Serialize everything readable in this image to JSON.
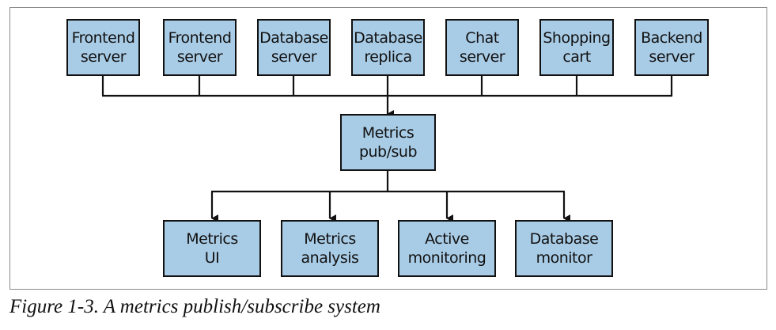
{
  "diagram": {
    "sources": [
      {
        "label": "Frontend\nserver"
      },
      {
        "label": "Frontend\nserver"
      },
      {
        "label": "Database\nserver"
      },
      {
        "label": "Database\nreplica"
      },
      {
        "label": "Chat\nserver"
      },
      {
        "label": "Shopping\ncart"
      },
      {
        "label": "Backend\nserver"
      }
    ],
    "hub": {
      "label": "Metrics\npub/sub"
    },
    "consumers": [
      {
        "label": "Metrics\nUI"
      },
      {
        "label": "Metrics\nanalysis"
      },
      {
        "label": "Active\nmonitoring"
      },
      {
        "label": "Database\nmonitor"
      }
    ],
    "colors": {
      "box_fill": "#a9cce6",
      "box_border": "#111111",
      "line": "#111111"
    }
  },
  "caption": "Figure 1-3. A metrics publish/subscribe system"
}
